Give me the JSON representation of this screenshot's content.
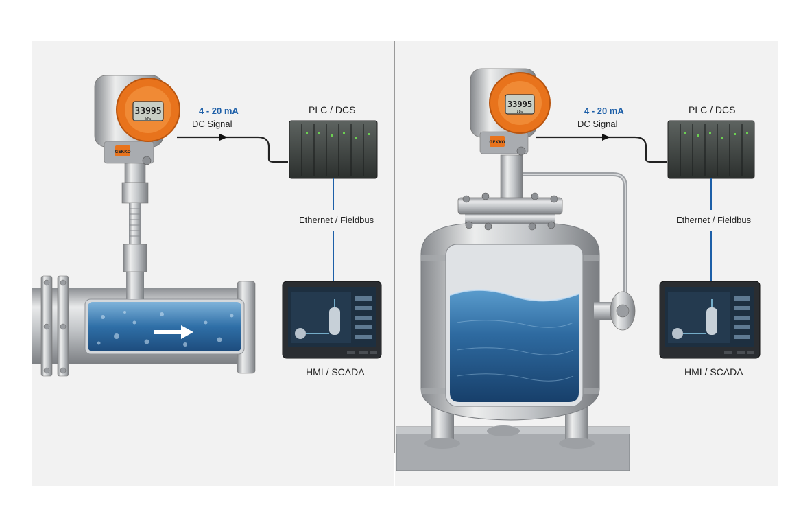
{
  "left": {
    "signal": {
      "value": "4 - 20 mA",
      "type": "DC Signal"
    },
    "controller": "PLC / DCS",
    "network": "Ethernet / Fieldbus",
    "hmi": "HMI / SCADA",
    "transmitter": {
      "reading": "33995",
      "unit": "kPa",
      "brand": "GEKKO"
    }
  },
  "right": {
    "signal": {
      "value": "4 - 20 mA",
      "type": "DC Signal"
    },
    "controller": "PLC / DCS",
    "network": "Ethernet / Fieldbus",
    "hmi": "HMI / SCADA",
    "transmitter": {
      "reading": "33995",
      "unit": "kPa",
      "brand": "GEKKO"
    }
  },
  "colors": {
    "housing_orange": "#e8731c",
    "signal_blue": "#1d5fa8",
    "fluid_blue": "#2f6fa7",
    "steel": "#b9bcc0",
    "panel_bg": "#f2f2f2"
  }
}
